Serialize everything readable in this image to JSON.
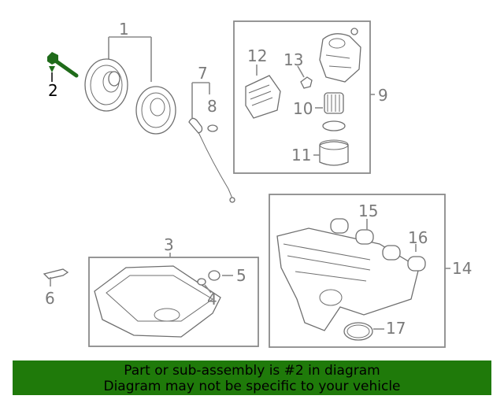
{
  "callouts": {
    "n1": "1",
    "n2": "2",
    "n3": "3",
    "n4": "4",
    "n5": "5",
    "n6": "6",
    "n7": "7",
    "n8": "8",
    "n9": "9",
    "n10": "10",
    "n11": "11",
    "n12": "12",
    "n13": "13",
    "n14": "14",
    "n15": "15",
    "n16": "16",
    "n17": "17"
  },
  "highlight": {
    "part_number": "2",
    "color": "#1f6b1a"
  },
  "banner": {
    "line1": "Part or sub-assembly is #2 in diagram",
    "line2": "Diagram may not be specific to your vehicle",
    "color": "#1f7a0a"
  }
}
